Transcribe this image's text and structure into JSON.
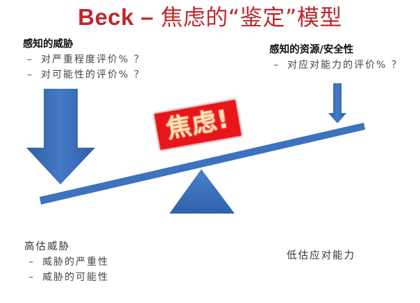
{
  "title": {
    "latin": "Beck – ",
    "chinese": "焦虑的“鉴定”模型",
    "color": "#C0272D"
  },
  "perceived_threat": {
    "heading": "感知的威胁",
    "bullets": [
      "对严重程度评价% ？",
      "对可能性的评价% ？"
    ]
  },
  "perceived_resources": {
    "heading": "感知的资源/安全性",
    "bullets": [
      "对应对能力的评价% ？"
    ]
  },
  "anxiety_label": {
    "text": "焦虑!",
    "bg_color": "#E8151B",
    "text_color": "#FCE3B8"
  },
  "overestimate_threat": {
    "heading": "高估威胁",
    "bullets": [
      "威胁的严重性",
      "威胁的可能性"
    ]
  },
  "underestimate_coping": {
    "heading": "低估应对能力"
  },
  "bullet_dash": "–",
  "colors": {
    "shape_blue": "#3C72BE",
    "shape_blue_dark": "#2E5FA6"
  },
  "icons": {
    "large_arrow": "down-arrow-large",
    "small_arrow": "down-arrow-small",
    "beam": "seesaw-beam",
    "fulcrum": "triangle-fulcrum"
  }
}
